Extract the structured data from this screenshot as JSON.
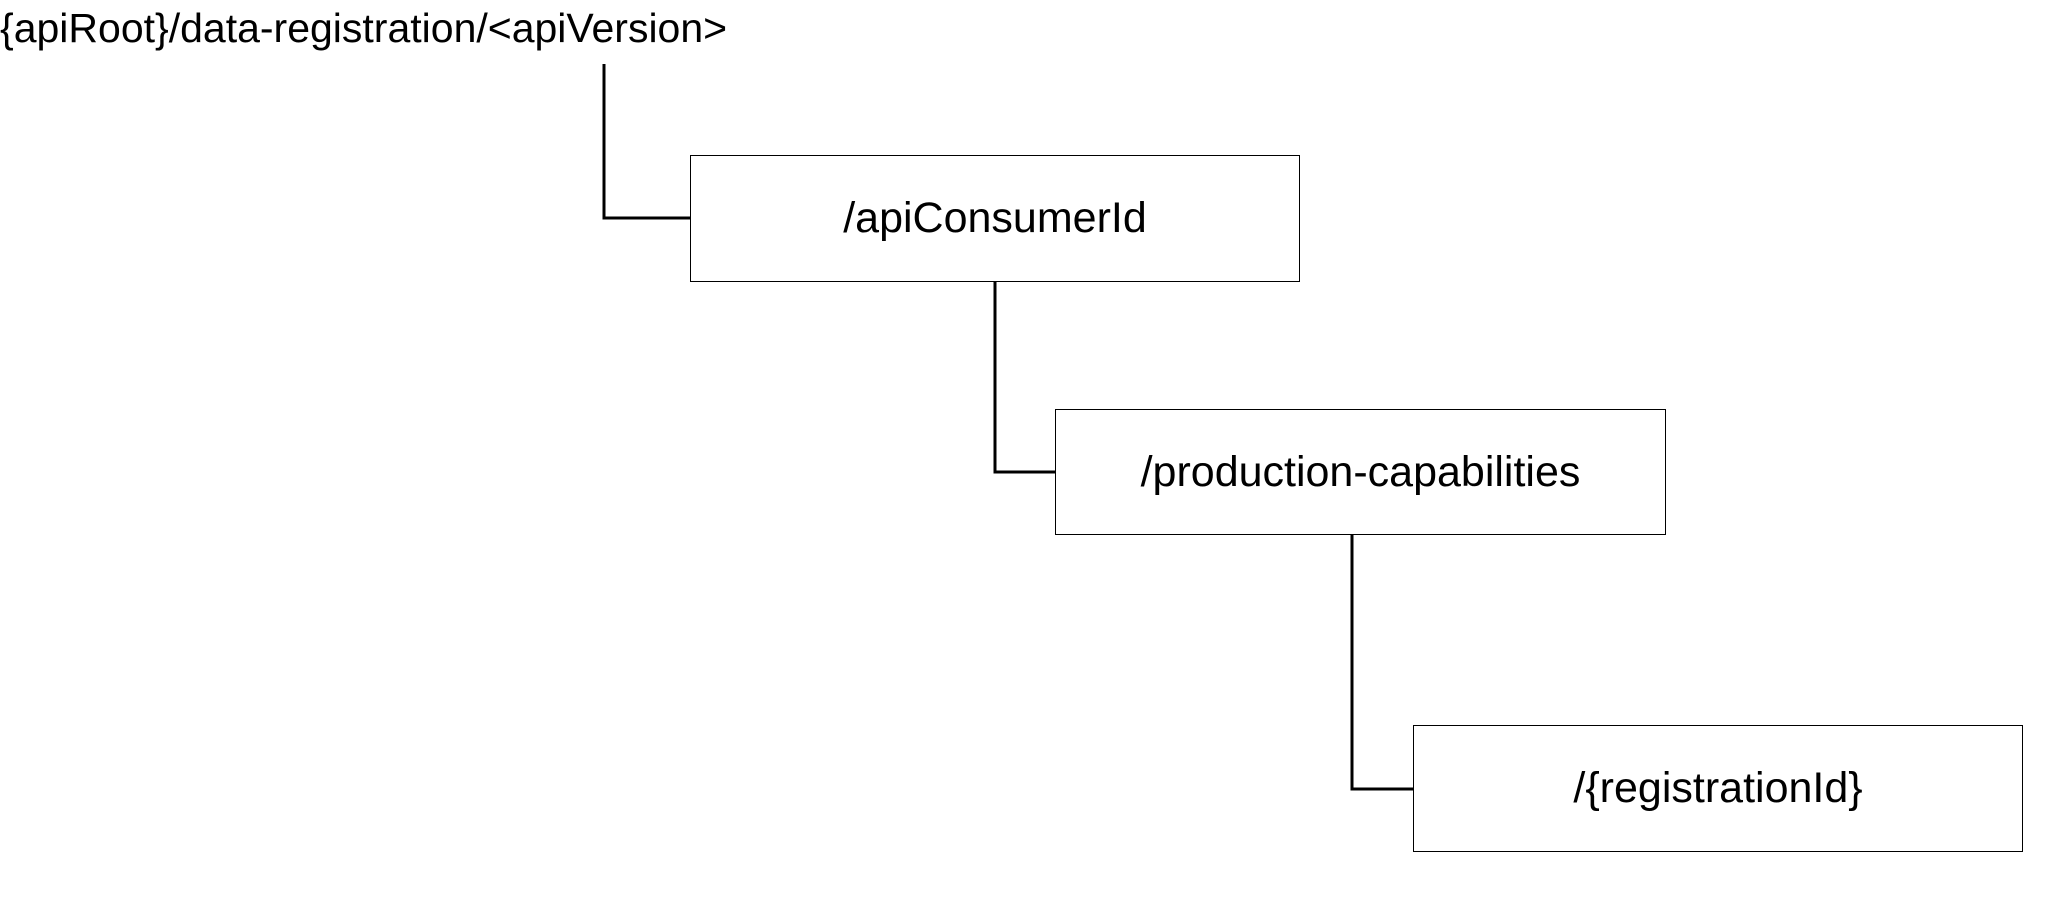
{
  "diagram": {
    "root": {
      "label": "{apiRoot}/data-registration/<apiVersion>"
    },
    "nodes": [
      {
        "label": "/apiConsumerId"
      },
      {
        "label": "/production-capabilities"
      },
      {
        "label": "/{registrationId}"
      }
    ],
    "edges": [
      {
        "from": "root",
        "to": "/apiConsumerId"
      },
      {
        "from": "/apiConsumerId",
        "to": "/production-capabilities"
      },
      {
        "from": "/production-capabilities",
        "to": "/{registrationId}"
      }
    ]
  }
}
